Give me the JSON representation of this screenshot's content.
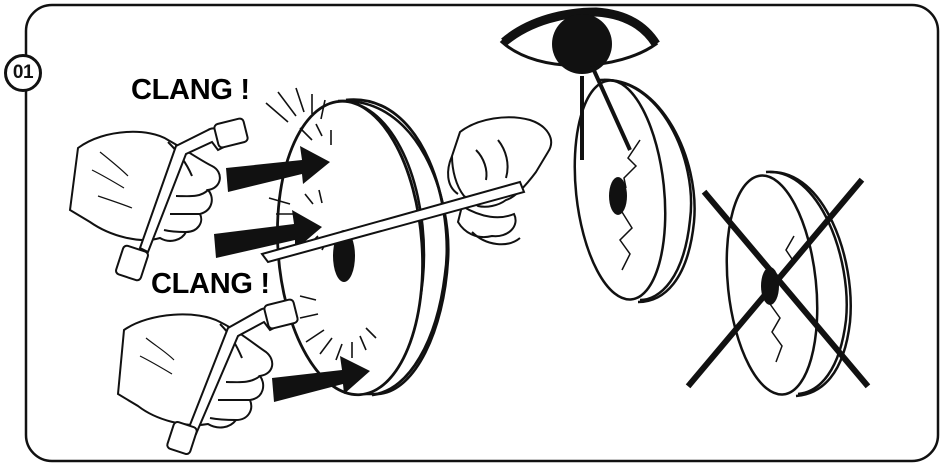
{
  "step": {
    "number": "01"
  },
  "sounds": {
    "top": "CLANG !",
    "bottom": "CLANG !"
  },
  "colors": {
    "ink": "#111111",
    "paper": "#ffffff"
  },
  "icons": {
    "tap-test": "wrench-tapping-wheel-icon",
    "inspect": "eye-icon",
    "reject": "cross-out-icon"
  }
}
